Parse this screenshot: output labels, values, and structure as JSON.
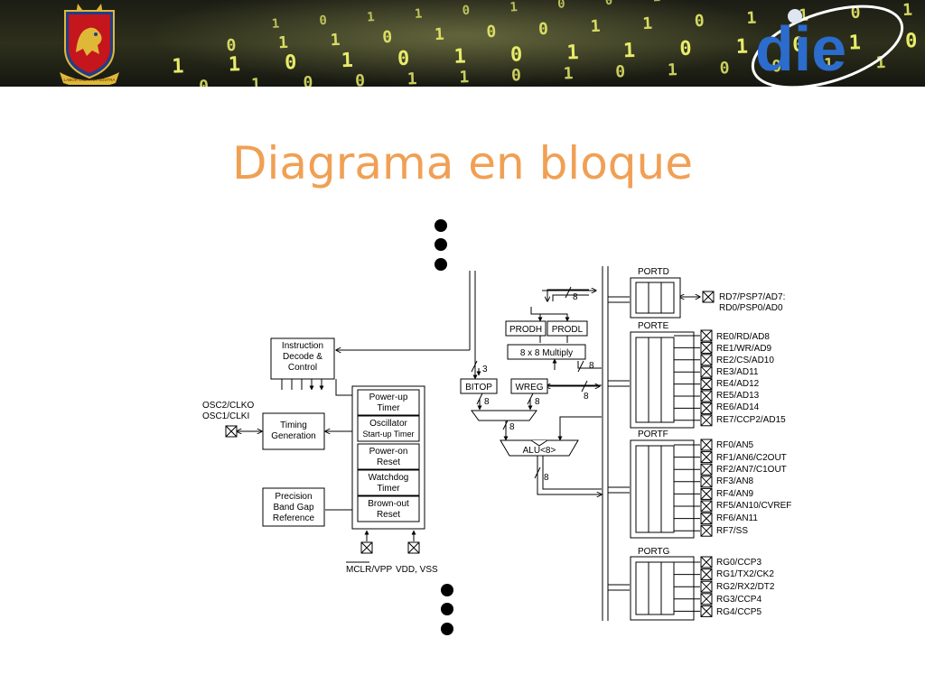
{
  "slide": {
    "title": "Diagrama en bloque",
    "banner_binary_rows": [
      "1 0 1 1 0 1 0 0 1 1 0 1 0",
      "0 1 1 0 1 0 0 1 1 0 1 1 0 1",
      "1 1 0 1 0 1 0 1 1 0 1 0 1 0 1",
      "0 1 0 0 1 1 0 1 0 1 0 0 1 1"
    ],
    "university_logo_motto": "LABOR LAETITIA NOSTRA",
    "dept_logo_text": "die"
  },
  "colors": {
    "title": "#f0a054",
    "banner_digits": "#e8ec6a",
    "dept_logo": "#2b6ccd",
    "crest_red": "#c4161c",
    "crest_gold": "#e0b838",
    "crest_blue": "#1e3f8a"
  },
  "diagram": {
    "ports": {
      "portd": "PORTD",
      "porte": "PORTE",
      "portf": "PORTF",
      "portg": "PORTG"
    },
    "portd_pins": [
      "RD7/PSP7/AD7:",
      "RD0/PSP0/AD0"
    ],
    "porte_pins": [
      "RE0/RD/AD8",
      "RE1/WR/AD9",
      "RE2/CS/AD10",
      "RE3/AD11",
      "RE4/AD12",
      "RE5/AD13",
      "RE6/AD14",
      "RE7/CCP2/AD15"
    ],
    "portf_pins": [
      "RF0/AN5",
      "RF1/AN6/C2OUT",
      "RF2/AN7/C1OUT",
      "RF3/AN8",
      "RF4/AN9",
      "RF5/AN10/CVREF",
      "RF6/AN11",
      "RF7/SS"
    ],
    "portg_pins": [
      "RG0/CCP3",
      "RG1/TX2/CK2",
      "RG2/RX2/DT2",
      "RG3/CCP4",
      "RG4/CCP5"
    ],
    "blocks": {
      "instruction_decode": [
        "Instruction",
        "Decode &",
        "Control"
      ],
      "timing_generation": [
        "Timing",
        "Generation"
      ],
      "precision_band_gap": [
        "Precision",
        "Band Gap",
        "Reference"
      ],
      "power_up_timer": [
        "Power-up",
        "Timer"
      ],
      "oscillator_startup_timer": [
        "Oscillator",
        "Start-up Timer"
      ],
      "power_on_reset": [
        "Power-on",
        "Reset"
      ],
      "watchdog_timer": [
        "Watchdog",
        "Timer"
      ],
      "brown_out_reset": [
        "Brown-out",
        "Reset"
      ],
      "prodh": "PRODH",
      "prodl": "PRODL",
      "multiply": "8 x 8 Multiply",
      "bitop": "BITOP",
      "wreg": "WREG",
      "alu": "ALU<8>"
    },
    "osc_labels": [
      "OSC2/CLKO",
      "OSC1/CLKI"
    ],
    "bus_widths": {
      "prod_bus": "8",
      "mult_in": "8",
      "bitop_in": "3",
      "wreg_bus": "8",
      "bitop_out": "8",
      "wreg_out": "8",
      "mux_out": "8",
      "alu_out": "8"
    },
    "pin_labels": {
      "mclr": "MCLR/VPP",
      "vdd": "VDD, VSS"
    }
  }
}
